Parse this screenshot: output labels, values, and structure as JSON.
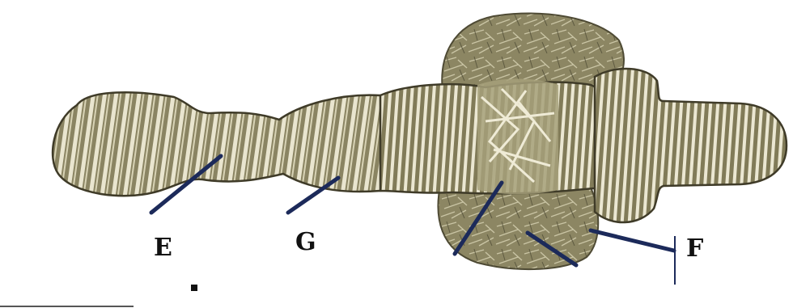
{
  "labels": {
    "e": "E",
    "g": "G",
    "f": "F"
  },
  "colors": {
    "body_fill": "#8a8462",
    "body_dark": "#6e6a4c",
    "stripe": "#e9e5cf",
    "pointer_line": "#1c2a5a",
    "label_text": "#111111"
  }
}
